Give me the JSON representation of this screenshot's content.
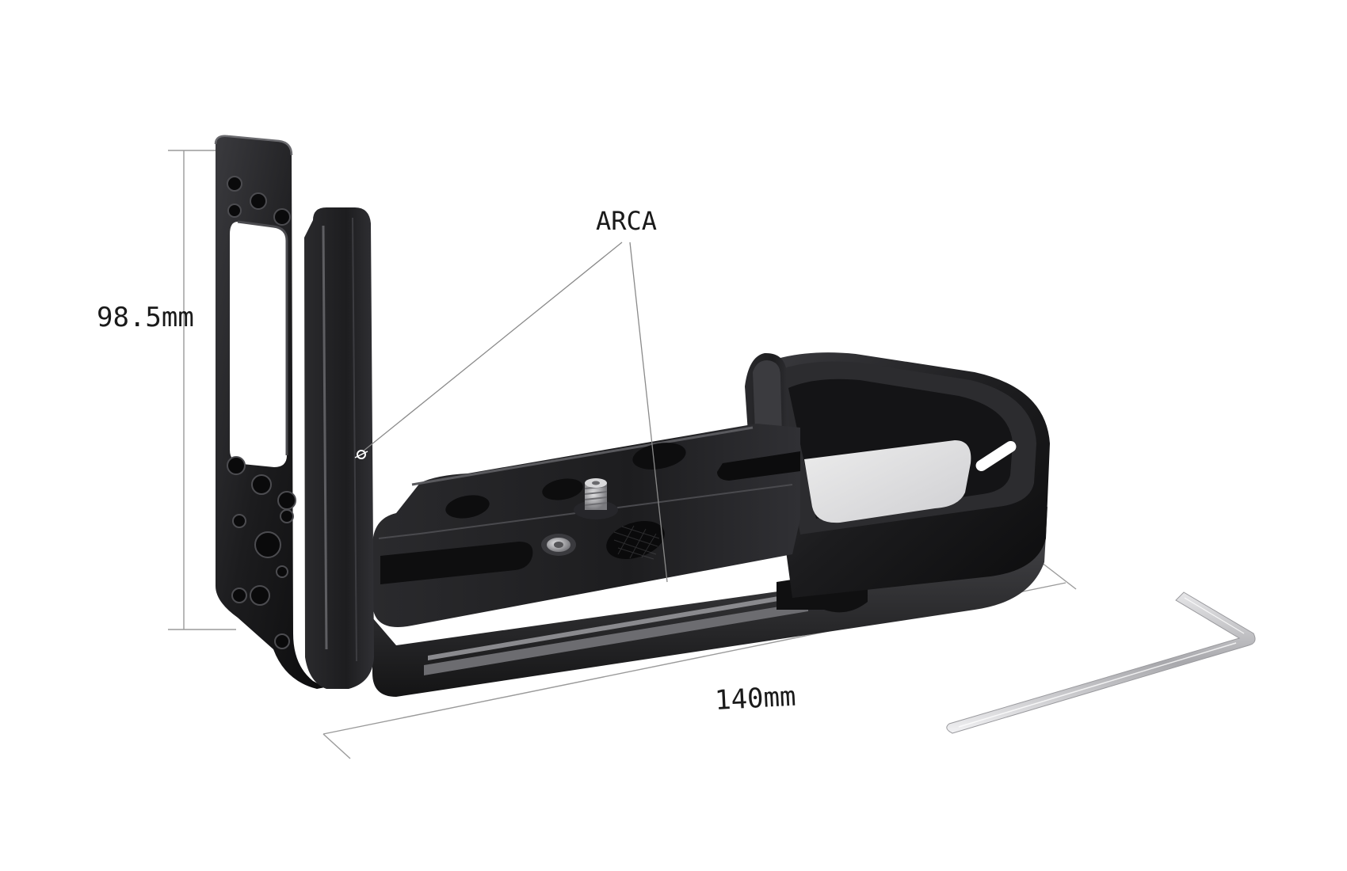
{
  "dimensions": {
    "height_label": "98.5mm",
    "width_label": "140mm"
  },
  "callout": {
    "label": "ARCA"
  },
  "colors": {
    "metal_black": "#1c1c1e",
    "metal_highlight": "#5a5a5e",
    "dimension_line": "#9a9a9a",
    "background": "#ffffff",
    "hex_key": "#c8c8cc"
  }
}
